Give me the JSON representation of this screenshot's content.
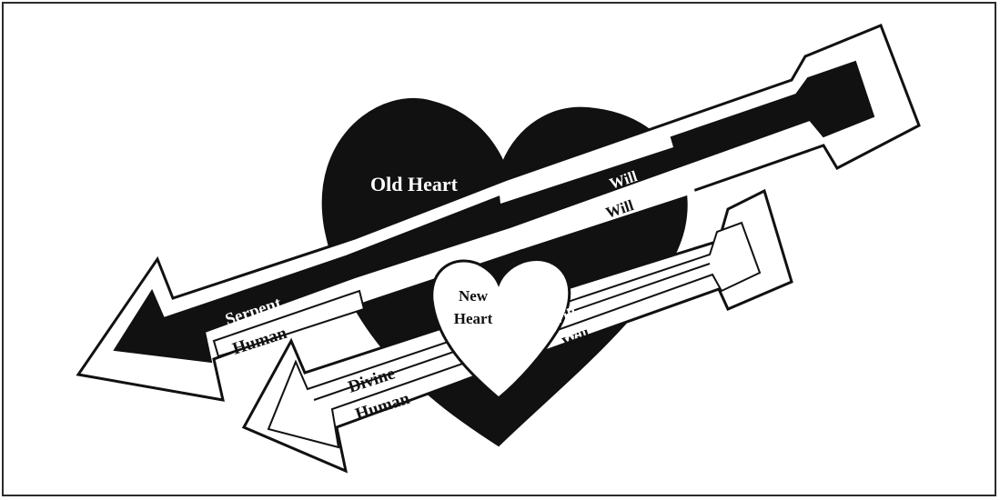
{
  "labels": {
    "old_heart": "Old Heart",
    "new_heart_line1": "New",
    "new_heart_line2": "Heart",
    "upper_will_top": "Will",
    "upper_will_bottom": "Will",
    "upper_left_top": "Serpent",
    "upper_left_bottom": "Human",
    "lower_will_top": "Will",
    "lower_will_bottom": "Will",
    "lower_left_top": "Divine",
    "lower_left_bottom": "Human"
  },
  "colors": {
    "ink": "#111111",
    "paper": "#ffffff",
    "border": "#2b2b2b"
  }
}
